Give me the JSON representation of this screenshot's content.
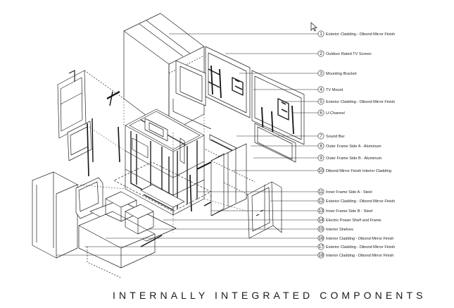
{
  "title": "INTERNALLY INTEGRATED COMPONENTS",
  "callouts": [
    {
      "num": "1",
      "label": "Exterior Cladding - Dibond Mirror Finish"
    },
    {
      "num": "2",
      "label": "Outdoor Rated TV Screen"
    },
    {
      "num": "3",
      "label": "Mounting Bracket"
    },
    {
      "num": "4",
      "label": "TV Mount"
    },
    {
      "num": "5",
      "label": "Exterior Cladding - Dibond Mirror Finish"
    },
    {
      "num": "6",
      "label": "U-Channel"
    },
    {
      "num": "7",
      "label": "Sound Bar"
    },
    {
      "num": "8",
      "label": "Outer Frame Side A - Aluminum"
    },
    {
      "num": "9",
      "label": "Outer Frame Side B - Aluminum"
    },
    {
      "num": "10",
      "label": "Dibond Mirror Finish Interior Cladding"
    },
    {
      "num": "11",
      "label": "Inner Frame Side A - Steel"
    },
    {
      "num": "12",
      "label": "Exterior Cladding - Dibond Mirror Finish"
    },
    {
      "num": "13",
      "label": "Inner Frame Side B - Steel"
    },
    {
      "num": "14",
      "label": "Electric Power Shelf and Frame"
    },
    {
      "num": "15",
      "label": "Interior Shelves"
    },
    {
      "num": "16",
      "label": "Interior Cladding - Dibond Mirror Finish"
    },
    {
      "num": "17",
      "label": "Exterior Cladding - Dibond Mirror Finish"
    },
    {
      "num": "18",
      "label": "Interior Cladding - Dibond Mirror Finish"
    }
  ],
  "icons": {
    "cursor": "mouse-pointer-icon"
  }
}
